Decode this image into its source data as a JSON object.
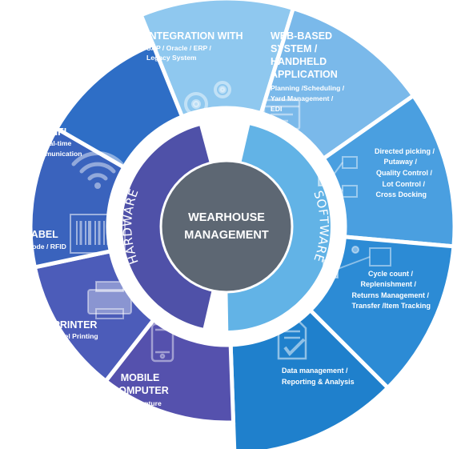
{
  "center": {
    "line1": "WEARHOUSE",
    "line2": "MANAGEMENT"
  },
  "rings": {
    "hardware": "HARDWARE",
    "software": "SOFTWARE"
  },
  "colors": {
    "center": "#5d6773",
    "hardware_ring": "#4f51a8",
    "software_ring": "#62b3e6",
    "wifi": "#2e6ec6",
    "label": "#3a63bd",
    "printer": "#4c5cb9",
    "mobile": "#5551ad",
    "integration": "#8fc8ef",
    "web": "#7ab9ea",
    "directed": "#4a9fe0",
    "cycle": "#2c8bd5",
    "data_mgmt": "#1f80cc"
  },
  "segments": {
    "integration": {
      "title": "INTEGRATION WITH",
      "sub": [
        "SAP / Oracle / ERP /",
        "Legacy System"
      ],
      "icon": "gears-icon"
    },
    "web": {
      "title": [
        "WEB-BASED",
        "SYSTEM /",
        "HANDHELD",
        "APPLICATION"
      ],
      "sub": [
        "Planning /Scheduling /",
        "Yard Management /",
        "EDI"
      ],
      "icon": "browser-icon"
    },
    "directed": {
      "lines": [
        "Directed picking /",
        "Putaway /",
        "Quality Control /",
        "Lot Control /",
        "Cross Docking"
      ],
      "icon": "flowchart-icon"
    },
    "cycle": {
      "lines": [
        "Cycle count /",
        "Replenishment /",
        "Returns Management /",
        "Transfer /Item Tracking"
      ],
      "icon": "network-icon"
    },
    "data_mgmt": {
      "lines": [
        "Data management /",
        "Reporting & Analysis"
      ],
      "icon": "document-check-icon"
    },
    "mobile": {
      "title": [
        "MOBILE",
        "COMPUTER"
      ],
      "sub": "Data Capture",
      "icon": "mobile-phone-icon"
    },
    "printer": {
      "title": "PRINTER",
      "sub": "Label Printing",
      "icon": "printer-icon"
    },
    "label": {
      "title": "LABEL",
      "sub": "Barcode / RFID",
      "icon": "barcode-icon"
    },
    "wifi": {
      "title": "WIFI",
      "sub": [
        "Real-time",
        "Communication"
      ],
      "icon": "wifi-icon"
    }
  }
}
